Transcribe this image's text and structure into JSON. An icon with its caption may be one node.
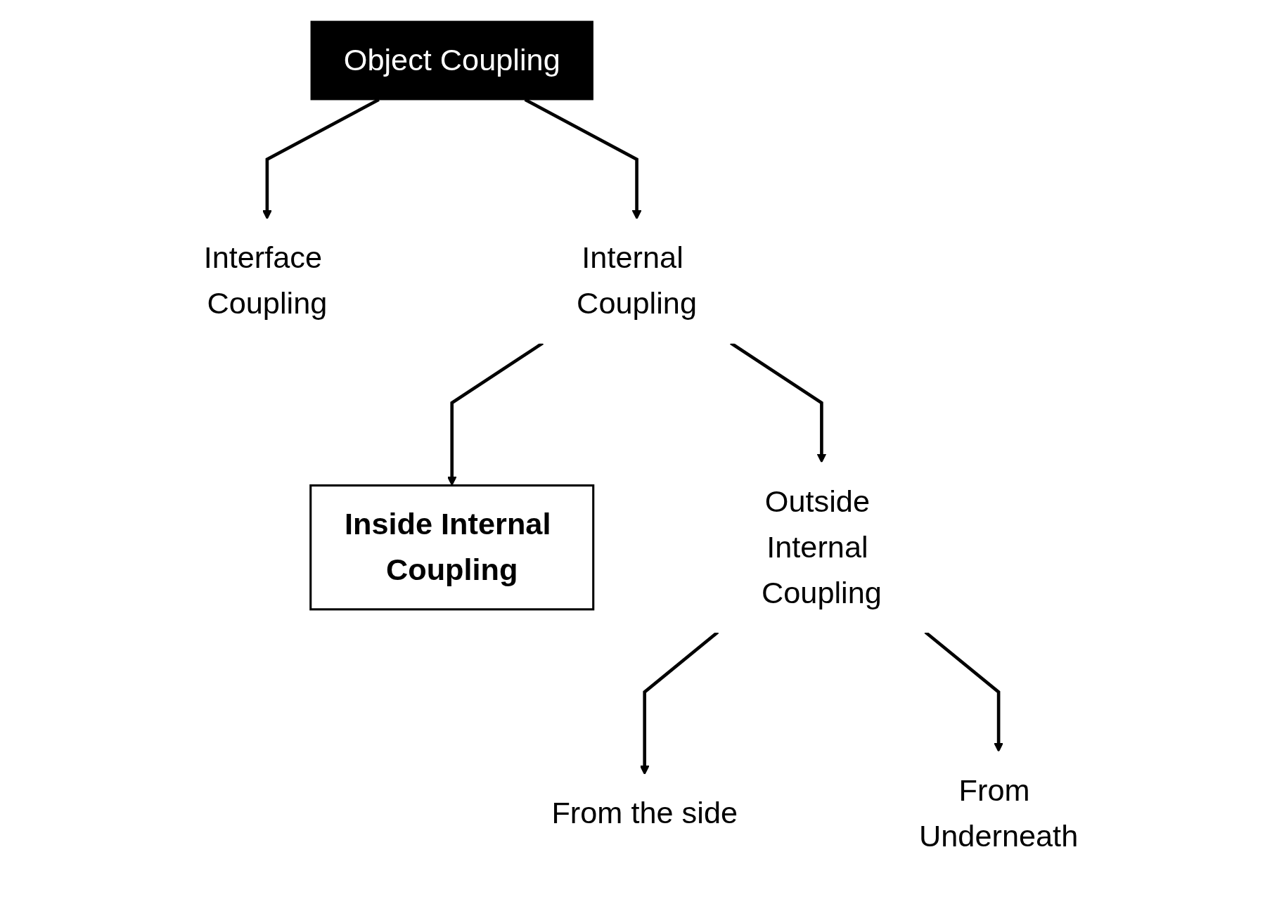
{
  "diagram": {
    "nodes": [
      {
        "text": [
          "Object Coupling"
        ]
      },
      {
        "text": [
          "Interface Coupling"
        ]
      },
      {
        "text": [
          "Internal Coupling"
        ]
      },
      {
        "text": [
          "Inside Internal Coupling"
        ]
      },
      {
        "text": [
          "Outside Internal Coupling"
        ]
      },
      {
        "text": [
          "From the side"
        ]
      },
      {
        "text": [
          "From Underneath"
        ]
      }
    ],
    "edges": [
      {
        "from": 0,
        "to": 1,
        "arrow": "to"
      },
      {
        "from": 0,
        "to": 2,
        "arrow": "to"
      },
      {
        "from": 2,
        "to": 3,
        "arrow": "to"
      },
      {
        "from": 2,
        "to": 4,
        "arrow": "to"
      },
      {
        "from": 4,
        "to": 5,
        "arrow": "to"
      },
      {
        "from": 4,
        "to": 6,
        "arrow": "to"
      }
    ]
  }
}
